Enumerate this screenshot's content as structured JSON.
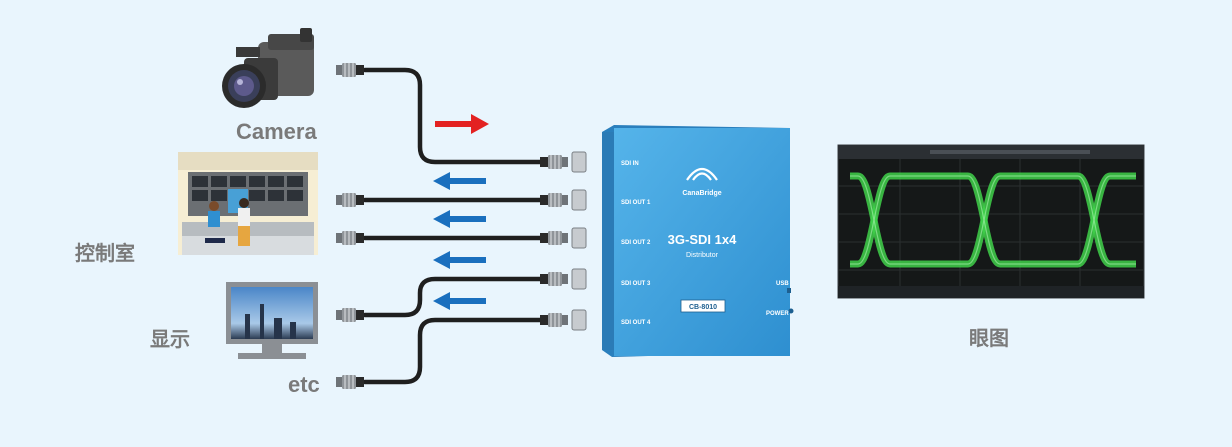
{
  "labels": {
    "camera": "Camera",
    "control_room": "控制室",
    "display": "显示",
    "etc": "etc",
    "eye_diagram": "眼图"
  },
  "device": {
    "brand": "CanaBridge",
    "model_title": "3G-SDI 1x4",
    "subtitle": "Distributor",
    "model_code": "CB-8010",
    "usb": "USB",
    "power": "POWER",
    "ports": [
      "SDI IN",
      "SDI OUT 1",
      "SDI OUT 2",
      "SDI OUT 3",
      "SDI OUT 4"
    ]
  },
  "colors": {
    "background": "#e9f5fd",
    "device_body": "#3c9fdc",
    "in_arrow": "#e32222",
    "out_arrow": "#1a6fbe",
    "label_gray": "#7a7a7a",
    "eye_trace": "#3fd14a"
  },
  "icons": {
    "camera": "video-camera-icon",
    "control_room": "control-room-illustration",
    "display": "monitor-icon"
  }
}
